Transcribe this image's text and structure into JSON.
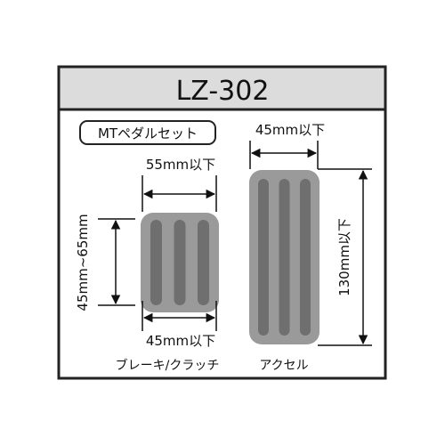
{
  "model": "LZ-302",
  "set_label": "MTペダルセット",
  "brake_clutch": {
    "top_width": "55mm以下",
    "height_range": "45mm~65mm",
    "bottom_width": "45mm以下",
    "caption": "ブレーキ/クラッチ"
  },
  "accelerator": {
    "top_width": "45mm以下",
    "height": "130mm以下",
    "caption": "アクセル"
  },
  "colors": {
    "header_bg": "#dcdcdc",
    "pedal_fill": "#9a9a9a",
    "pedal_groove": "#6f6f6f",
    "frame": "#222222"
  }
}
